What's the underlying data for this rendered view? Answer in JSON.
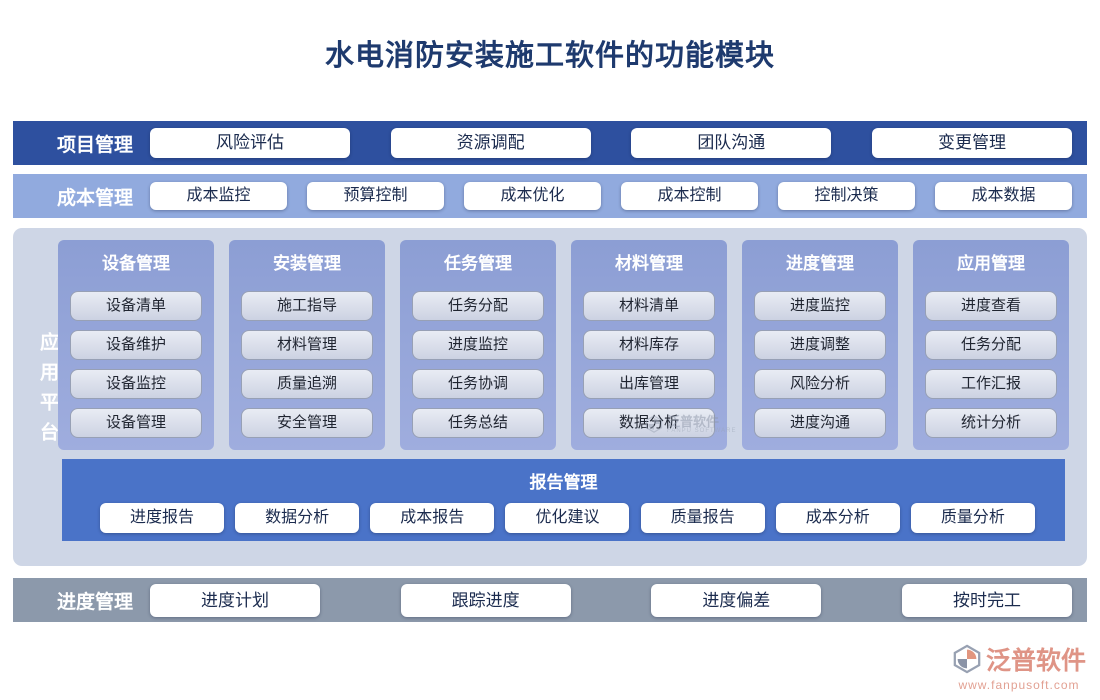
{
  "title": "水电消防安装施工软件的功能模块",
  "bands": {
    "project": {
      "label": "项目管理",
      "buttons": [
        "风险评估",
        "资源调配",
        "团队沟通",
        "变更管理"
      ]
    },
    "cost": {
      "label": "成本管理",
      "buttons": [
        "成本监控",
        "预算控制",
        "成本优化",
        "成本控制",
        "控制决策",
        "成本数据"
      ]
    },
    "schedule": {
      "label": "进度管理",
      "buttons": [
        "进度计划",
        "跟踪进度",
        "进度偏差",
        "按时完工"
      ]
    }
  },
  "platform": {
    "label": "应用平台",
    "columns": [
      {
        "header": "设备管理",
        "items": [
          "设备清单",
          "设备维护",
          "设备监控",
          "设备管理"
        ]
      },
      {
        "header": "安装管理",
        "items": [
          "施工指导",
          "材料管理",
          "质量追溯",
          "安全管理"
        ]
      },
      {
        "header": "任务管理",
        "items": [
          "任务分配",
          "进度监控",
          "任务协调",
          "任务总结"
        ]
      },
      {
        "header": "材料管理",
        "items": [
          "材料清单",
          "材料库存",
          "出库管理",
          "数据分析"
        ]
      },
      {
        "header": "进度管理",
        "items": [
          "进度监控",
          "进度调整",
          "风险分析",
          "进度沟通"
        ]
      },
      {
        "header": "应用管理",
        "items": [
          "进度查看",
          "任务分配",
          "工作汇报",
          "统计分析"
        ]
      }
    ],
    "report": {
      "header": "报告管理",
      "buttons": [
        "进度报告",
        "数据分析",
        "成本报告",
        "优化建议",
        "质量报告",
        "成本分析",
        "质量分析"
      ]
    }
  },
  "watermark": {
    "brand": "泛普软件",
    "sub": "FANPU SOFTWARE"
  },
  "footer": {
    "brand": "泛普软件",
    "url": "www.fanpusoft.com"
  },
  "colors": {
    "title_text": "#1e3a6e",
    "project_band": "#2e509f",
    "cost_band": "#91aade",
    "schedule_band": "#8c99ab",
    "panel_bg": "#ced6e6",
    "column_bg": "#93a3d6",
    "report_band": "#4a73c8",
    "brand_accent": "#df9486"
  }
}
